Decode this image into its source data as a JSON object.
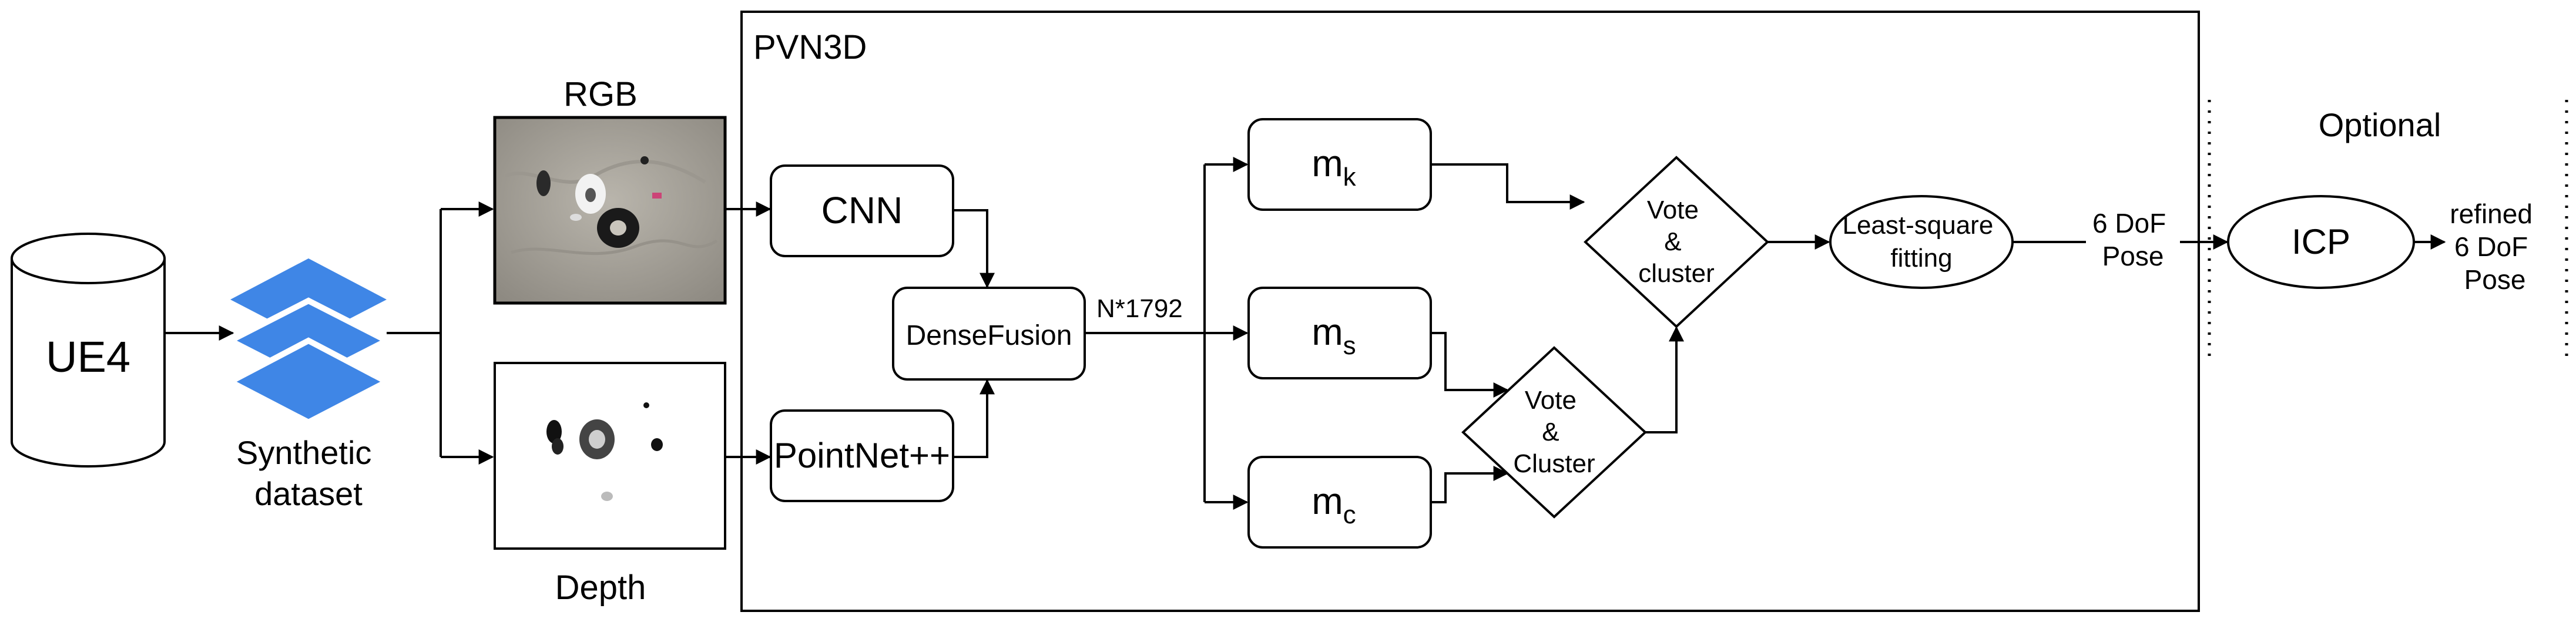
{
  "labels": {
    "ue4": "UE4",
    "synthetic_dataset_line1": "Synthetic",
    "synthetic_dataset_line2": "dataset",
    "rgb": "RGB",
    "depth": "Depth",
    "pvn3d": "PVN3D",
    "cnn": "CNN",
    "pointnet": "PointNet++",
    "densefusion": "DenseFusion",
    "feature_dim": "N*1792",
    "mk_base": "m",
    "mk_sub": "k",
    "ms_base": "m",
    "ms_sub": "s",
    "mc_base": "m",
    "mc_sub": "c",
    "vote1_line1": "Vote",
    "vote1_line2": "&",
    "vote1_line3": "cluster",
    "vote2_line1": "Vote",
    "vote2_line2": "&",
    "vote2_line3": "Cluster",
    "lsq_line1": "Least-square",
    "lsq_line2": "fitting",
    "pose_line1": "6 DoF",
    "pose_line2": "Pose",
    "optional": "Optional",
    "icp": "ICP",
    "refined_line1": "refined",
    "refined_line2": "6 DoF",
    "refined_line3": "Pose"
  },
  "colors": {
    "stroke": "#000000",
    "layers_icon": "#3f86e6",
    "rgb_background": "#a8a49b",
    "depth_background": "#ffffff"
  },
  "icons": {
    "database": "cylinder-database-icon",
    "dataset": "stacked-layers-icon"
  }
}
